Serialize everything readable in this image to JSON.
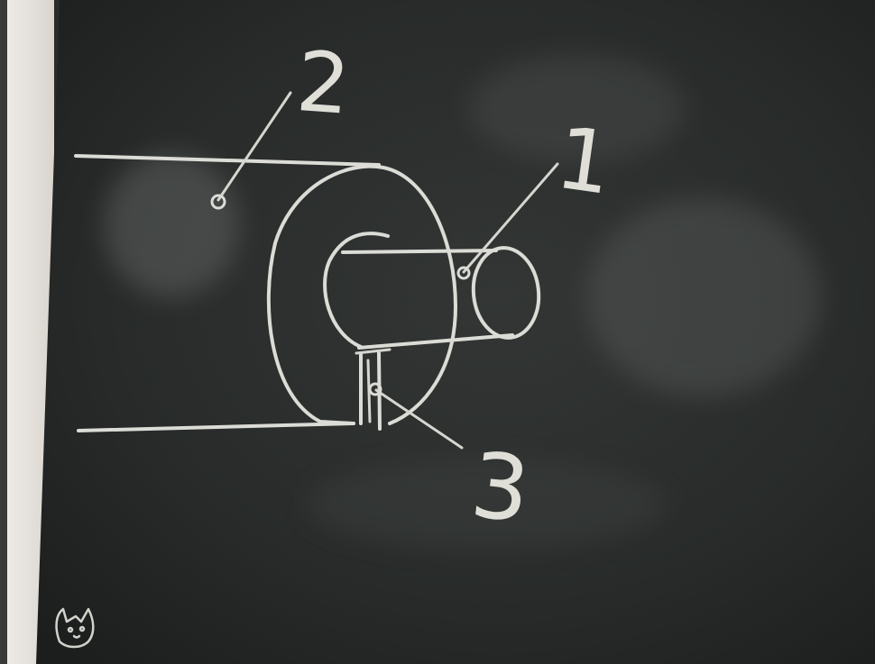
{
  "labels": {
    "one": "1",
    "two": "2",
    "three": "3"
  },
  "colors": {
    "board": "#262a28",
    "chalk": "#dcdcd6",
    "wall": "#e7e4df"
  },
  "icons": {
    "corner_doodle": "cat-doodle-icon"
  }
}
